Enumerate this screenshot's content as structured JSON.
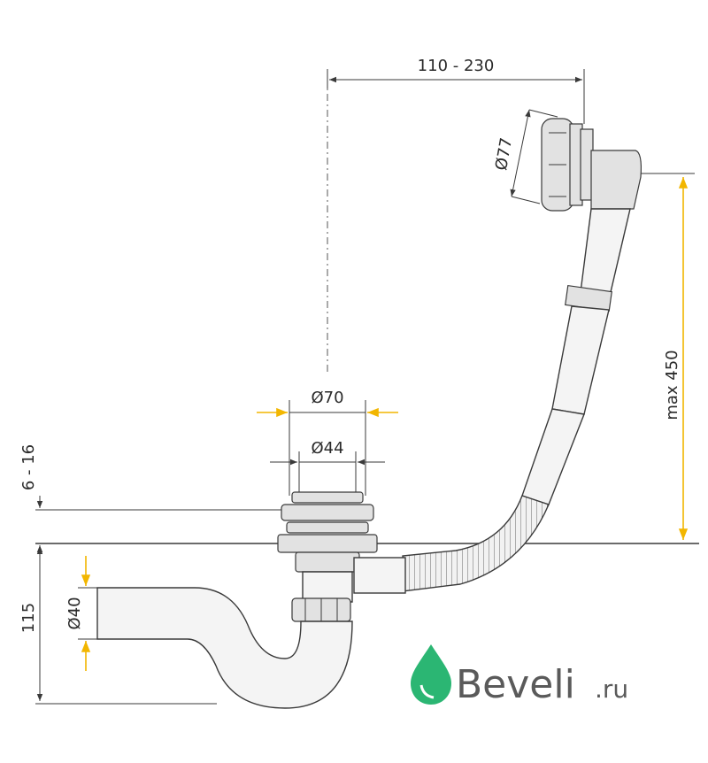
{
  "dimensions": {
    "overflow_offset": "110 - 230",
    "overflow_diameter": "Ø77",
    "max_height": "max 450",
    "outlet_outer_diameter": "Ø70",
    "outlet_inner_diameter": "Ø44",
    "rim_thickness": "6 - 16",
    "trap_height": "115",
    "outlet_pipe_diameter": "Ø40"
  },
  "brand": {
    "name": "Beveli",
    "suffix": ".ru",
    "logo_color": "#2bb673"
  },
  "colors": {
    "dimension_accent": "#f2b600",
    "line": "#3a3a3a"
  }
}
